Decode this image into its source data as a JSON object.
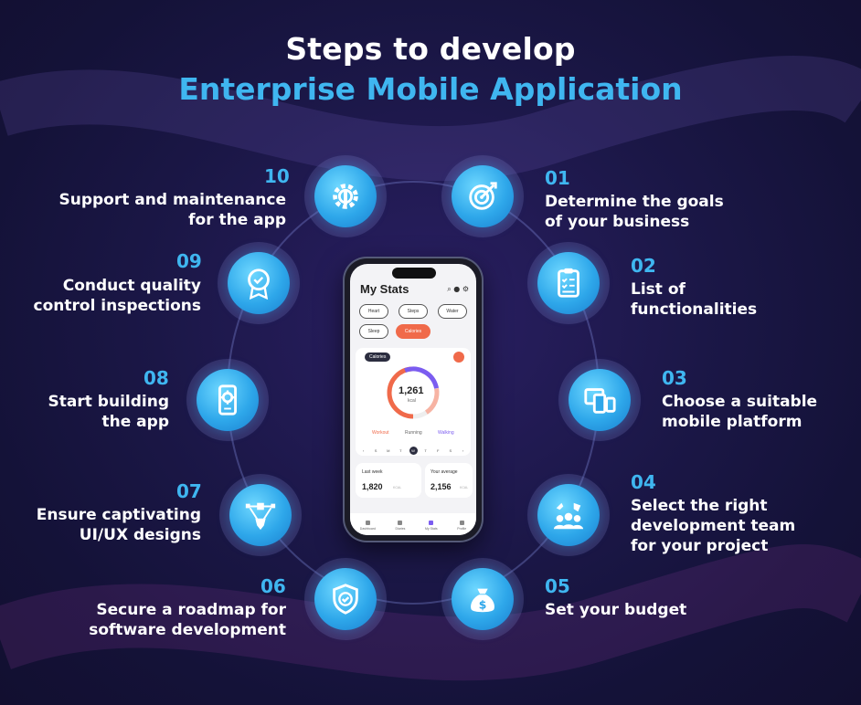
{
  "title": {
    "line1": "Steps to develop",
    "line2": "Enterprise Mobile Application"
  },
  "colors": {
    "accent": "#3fb6f0",
    "background": "#1b1747",
    "icon_disc": "#2ea7ea",
    "phone_accent": "#f06a4a"
  },
  "steps": [
    {
      "num": "01",
      "text": "Determine the goals\nof your business",
      "icon": "target-icon"
    },
    {
      "num": "02",
      "text": "List of\nfunctionalities",
      "icon": "clipboard-checklist-icon"
    },
    {
      "num": "03",
      "text": "Choose a suitable\nmobile platform",
      "icon": "devices-icon"
    },
    {
      "num": "04",
      "text": "Select the right\ndevelopment team\nfor your project",
      "icon": "team-icon"
    },
    {
      "num": "05",
      "text": "Set your budget",
      "icon": "money-bag-icon"
    },
    {
      "num": "06",
      "text": "Secure a roadmap for\nsoftware development",
      "icon": "shield-check-icon"
    },
    {
      "num": "07",
      "text": "Ensure captivating\nUI/UX designs",
      "icon": "pen-tool-icon"
    },
    {
      "num": "08",
      "text": "Start building\nthe app",
      "icon": "phone-gear-icon"
    },
    {
      "num": "09",
      "text": "Conduct quality\ncontrol inspections",
      "icon": "quality-badge-icon"
    },
    {
      "num": "10",
      "text": "Support and maintenance\nfor the app",
      "icon": "wrench-gear-icon"
    }
  ],
  "phone": {
    "title": "My Stats",
    "pills": [
      "Heart",
      "Steps",
      "Water",
      "Sleep",
      "Calories"
    ],
    "calories_badge": "Calories",
    "kcal_value": "1,261",
    "kcal_unit": "kcal",
    "legend": [
      "Workout",
      "Running",
      "Walking"
    ],
    "days": [
      "S",
      "M",
      "T",
      "W",
      "T",
      "F",
      "S"
    ],
    "last_week_label": "Last week",
    "last_week_value": "1,820",
    "avg_label": "Your average",
    "avg_value": "2,156",
    "unit": "KCAL",
    "nav": [
      "Dashboard",
      "Diaries",
      "My Stats",
      "Profile"
    ]
  }
}
